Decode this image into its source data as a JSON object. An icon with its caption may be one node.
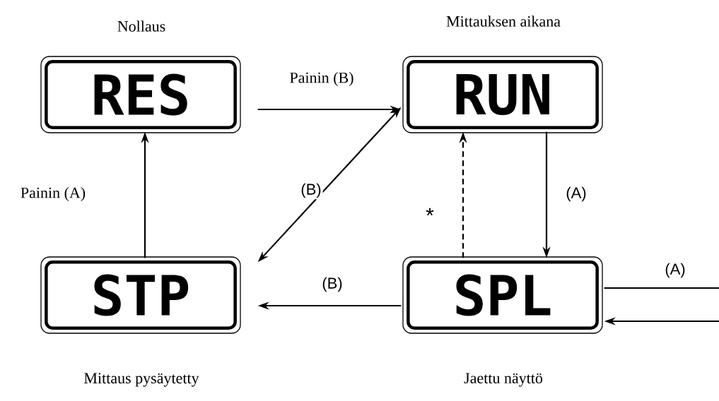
{
  "diagram": {
    "nodes": [
      {
        "text": [
          "RES"
        ],
        "beside": [
          "Nollaus"
        ]
      },
      {
        "text": [
          "RUN"
        ],
        "beside": [
          "Mittauksen aikana"
        ]
      },
      {
        "text": [
          "STP"
        ],
        "beside": [
          "Mittaus pysäytetty"
        ]
      },
      {
        "text": [
          "SPL"
        ],
        "beside": [
          "Jaettu näyttö"
        ]
      }
    ],
    "edges": [
      {
        "from": 0,
        "to": 1,
        "arrow": "to",
        "label": "Painin (B)"
      },
      {
        "from": 1,
        "to": 3,
        "arrow": "to",
        "label": "(A)"
      },
      {
        "from": 3,
        "to": 1,
        "arrow": "to",
        "label": "*",
        "style": "dashed"
      },
      {
        "from": 2,
        "to": 1,
        "arrow": "both",
        "label": "(B)"
      },
      {
        "from": 3,
        "to": 2,
        "arrow": "to",
        "label": "(B)"
      },
      {
        "from": 2,
        "to": 0,
        "arrow": "to",
        "label": "Painin (A)"
      },
      {
        "from": 3,
        "to": null,
        "arrow": "none",
        "label": "(A)"
      },
      {
        "from": null,
        "to": 3,
        "arrow": "to"
      }
    ]
  }
}
